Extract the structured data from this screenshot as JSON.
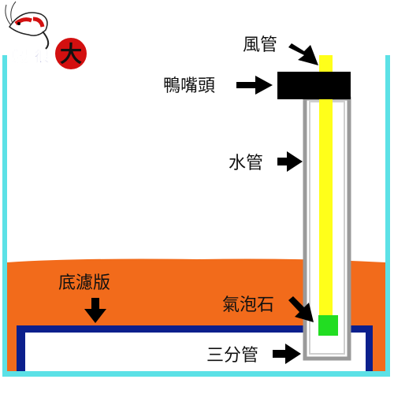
{
  "logo": {
    "text_left": "蝦",
    "text_mid": "很",
    "text_big": "大",
    "icon": "shrimp-icon"
  },
  "labels": {
    "air_tube": "風管",
    "duckbill": "鴨嘴頭",
    "water_pipe": "水管",
    "undergravel_plate": "底濾版",
    "airstone": "氣泡石",
    "tee_pipe": "三分管"
  },
  "colors": {
    "tank_wall": "#5ce1e6",
    "substrate": "#f26b1b",
    "plate_frame": "#0b1f8c",
    "air_tube": "#ffff1a",
    "duckbill": "#000000",
    "pipe_outline": "#9a9a9a",
    "airstone": "#22dd22",
    "arrow": "#000000",
    "logo_red": "#d31010"
  }
}
